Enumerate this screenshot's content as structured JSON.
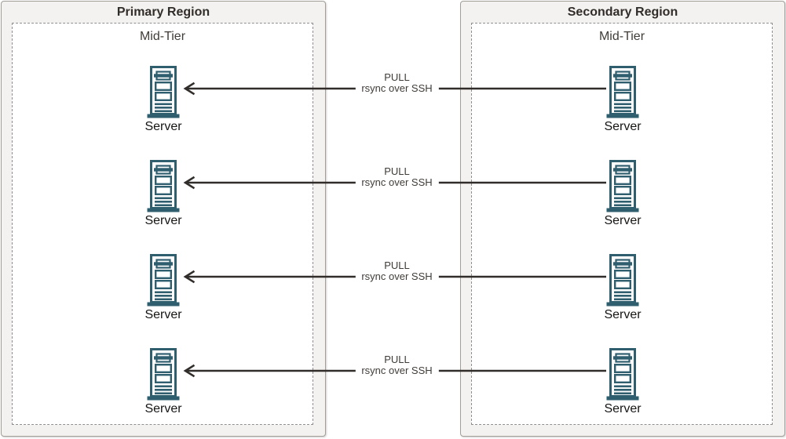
{
  "colors": {
    "region_bg": "#f4f2f0",
    "region_border": "#a39e98",
    "midtier_bg": "#ffffff",
    "midtier_border": "#8f8f8f",
    "server_icon": "#2f5e6e",
    "arrow": "#312d2a",
    "title_text": "#312d2a",
    "label_text": "#403c38",
    "text_dark": "#161513"
  },
  "regions": [
    {
      "title": "Primary Region",
      "tier": "Mid-Tier",
      "servers": [
        {
          "label": "Server"
        },
        {
          "label": "Server"
        },
        {
          "label": "Server"
        },
        {
          "label": "Server"
        }
      ]
    },
    {
      "title": "Secondary Region",
      "tier": "Mid-Tier",
      "servers": [
        {
          "label": "Server"
        },
        {
          "label": "Server"
        },
        {
          "label": "Server"
        },
        {
          "label": "Server"
        }
      ]
    }
  ],
  "connections": [
    {
      "line1": "PULL",
      "line2": "rsync over SSH",
      "direction": "left"
    },
    {
      "line1": "PULL",
      "line2": "rsync over SSH",
      "direction": "left"
    },
    {
      "line1": "PULL",
      "line2": "rsync over SSH",
      "direction": "left"
    },
    {
      "line1": "PULL",
      "line2": "rsync over SSH",
      "direction": "left"
    }
  ]
}
